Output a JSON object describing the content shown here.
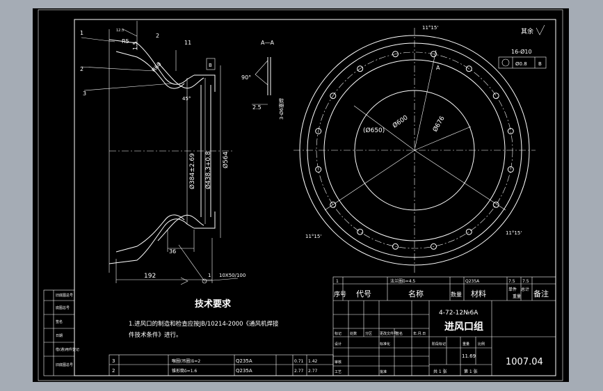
{
  "drawing": {
    "part_code": "1007.04",
    "part_model": "4-72-12№6A",
    "part_name": "进风口组",
    "roughness_note": "其余",
    "weight": "11.69",
    "sheet_total": "共 1 张",
    "sheet_no": "第 1 张",
    "stage_labels": [
      "阶段标记",
      "重量",
      "比例"
    ],
    "approval_labels": [
      "标记",
      "处数",
      "分区",
      "更改文件号",
      "签名",
      "年.月.日",
      "设计",
      "标准化",
      "审核",
      "工艺",
      "批准"
    ]
  },
  "title_block_header": {
    "seq": "序号",
    "code": "代号",
    "name": "名称",
    "qty": "数量",
    "material": "材料",
    "single_weight": "单件",
    "total_weight": "总计",
    "weight": "重量",
    "remark": "备注"
  },
  "bom": [
    {
      "seq": "3",
      "name": "喉圈(吊圈)δ=2",
      "material": "Q235A",
      "w1": "0.71",
      "w2": "1.42"
    },
    {
      "seq": "2",
      "name": "锥形筒δ=1.6",
      "material": "Q235A",
      "w1": "2.77",
      "w2": "2.77"
    },
    {
      "seq": "1",
      "name": "法兰圈δ=4.5",
      "material": "Q235A",
      "w1": "7.5",
      "w2": "7.5"
    }
  ],
  "tech_req": {
    "title": "技术要求",
    "line1": "1.进风口的制造和检查应按JB/10214-2000《通风机焊接",
    "line2": "件技术条件》进行。"
  },
  "side_view": {
    "labels": [
      "1",
      "2",
      "3"
    ],
    "dims": [
      "R5",
      "1.5",
      "2",
      "11",
      "R60",
      "45°",
      "36",
      "192",
      "Ø384±2.69",
      "Ø438.3+0.8",
      "Ø564"
    ],
    "datum": "B",
    "weld": "10X50/100",
    "weld_ref": "1",
    "roughness": "12.5"
  },
  "section": {
    "title": "A—A",
    "dims": [
      "90°",
      "2.5",
      "3-Ø6塞焊"
    ]
  },
  "front_view": {
    "dims": [
      "11°15'",
      "Ø600",
      "Ø676",
      "(Ø650)",
      "11°15'",
      "11°15'"
    ],
    "holes": "16-Ø10",
    "tol": "Ø0.8",
    "datum": "B",
    "section_mark": "A"
  },
  "left_strip": [
    "旧底图总号",
    "底图总号",
    "签名",
    "日期",
    "借(通)用件登记",
    "旧底图总号"
  ]
}
